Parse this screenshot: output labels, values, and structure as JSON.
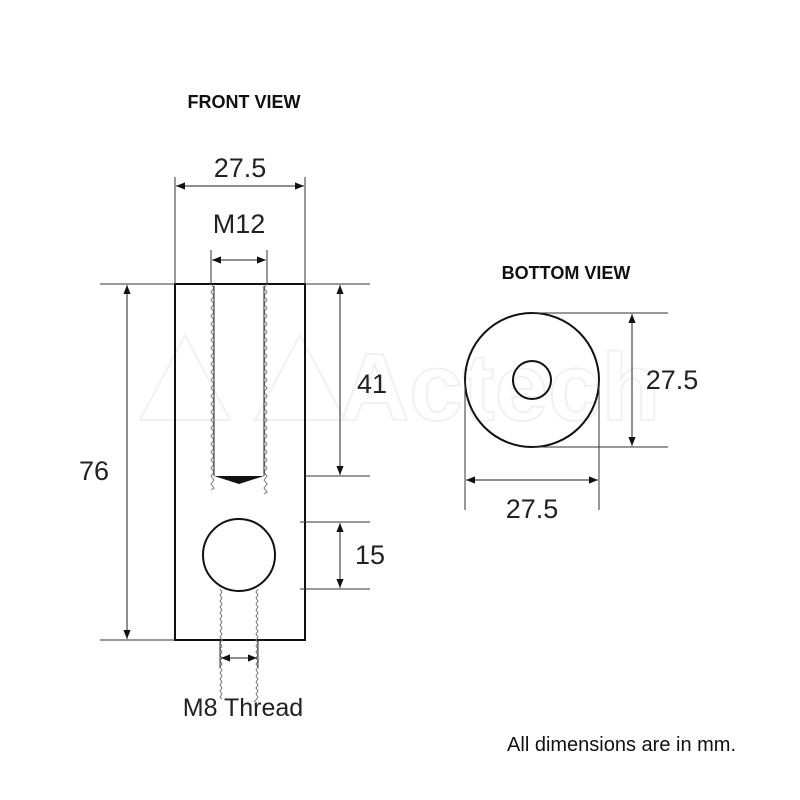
{
  "front_view": {
    "title": "FRONT VIEW",
    "width_dim": "27.5",
    "thread_top_dim": "M12",
    "height_dim": "76",
    "thread_depth_dim": "41",
    "hole_offset_dim": "15",
    "bottom_thread_label": "M8 Thread"
  },
  "bottom_view": {
    "title": "BOTTOM VIEW",
    "width_dim": "27.5",
    "height_dim": "27.5"
  },
  "note": "All dimensions are in mm.",
  "watermark": {
    "text": "Actech"
  },
  "colors": {
    "line": "#111111",
    "text": "#222222",
    "watermark": "#f1f1f1"
  }
}
